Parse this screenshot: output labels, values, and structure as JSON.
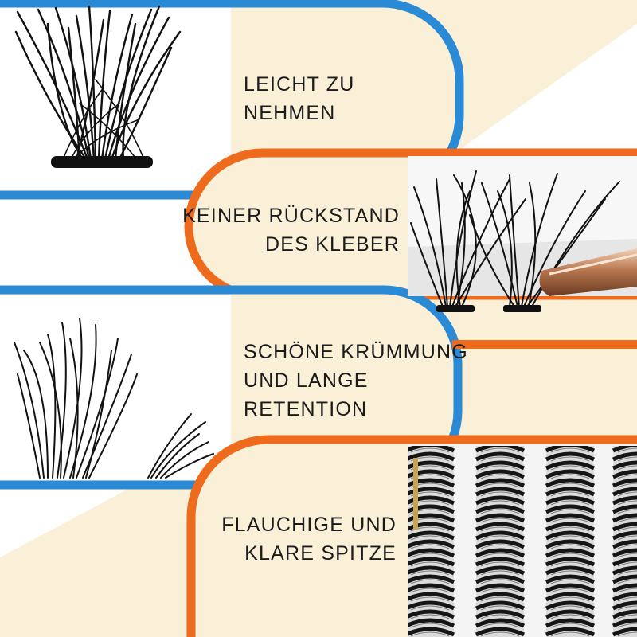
{
  "panels": [
    {
      "lines": [
        "LEICHT ZU",
        "NEHMEN"
      ],
      "border_color": "#2a8ad6",
      "align": "left"
    },
    {
      "lines": [
        "KEINER RÜCKSTAND",
        "DES KLEBER"
      ],
      "border_color": "#ee6a1d",
      "align": "right"
    },
    {
      "lines": [
        "SCHÖNE KRÜMMUNG",
        "UND LANGE",
        "RETENTION"
      ],
      "border_color": "#2a8ad6",
      "align": "left"
    },
    {
      "lines": [
        "FLAUCHIGE UND",
        "KLARE SPITZE"
      ],
      "border_color": "#ee6a1d",
      "align": "right"
    }
  ],
  "colors": {
    "cream": "#faf0d8",
    "blue": "#2a8ad6",
    "orange": "#ee6a1d",
    "lash": "#111111"
  },
  "images": [
    {
      "icon": "lash-cluster-straight-icon"
    },
    {
      "icon": "lash-strip-with-tweezers-icon"
    },
    {
      "icon": "lash-curved-fan-icon"
    },
    {
      "icon": "lash-trays-closeup-icon"
    }
  ]
}
